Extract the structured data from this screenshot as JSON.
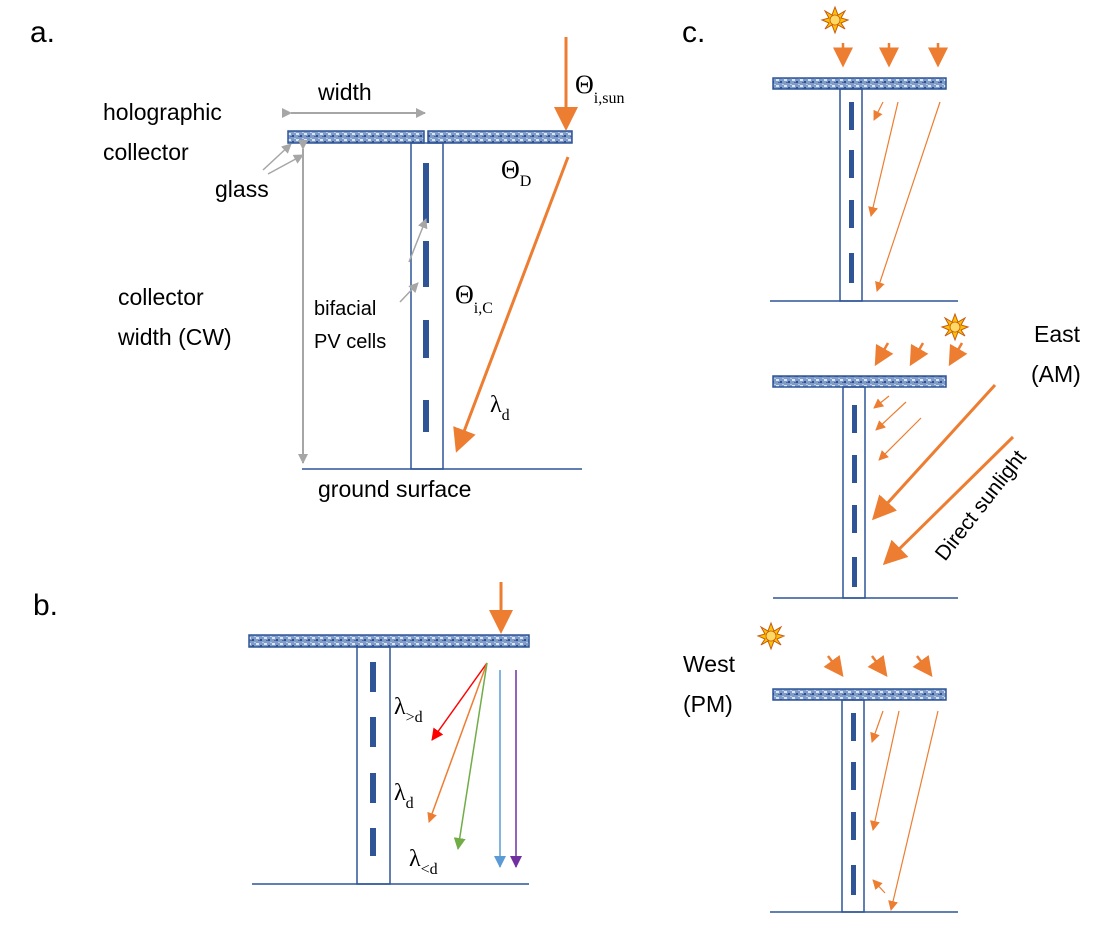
{
  "panels": {
    "a": {
      "panel_label": "a.",
      "width_label": "width",
      "collector_label_1": "holographic",
      "collector_label_2": "collector",
      "glass_label": "glass",
      "cw_label_1": "collector",
      "cw_label_2": "width (CW)",
      "cells_label_1": "bifacial",
      "cells_label_2": "PV cells",
      "theta_sun_main": "Θ",
      "theta_sun_sub": "i,sun",
      "theta_d_main": "Θ",
      "theta_d_sub": "D",
      "theta_c_main": "Θ",
      "theta_c_sub": "i,C",
      "lambda_main": "λ",
      "lambda_sub": "d",
      "ground_label": "ground surface"
    },
    "b": {
      "panel_label": "b.",
      "long_main": "λ",
      "long_sub": ">d",
      "design_main": "λ",
      "design_sub": "d",
      "short_main": "λ",
      "short_sub": "<d"
    },
    "c": {
      "panel_label": "c.",
      "east_label_1": "East",
      "east_label_2": "(AM)",
      "direct_label": "Direct sunlight",
      "west_label_1": "West",
      "west_label_2": "(PM)"
    }
  },
  "colors": {
    "sunlight": "#ed7d31",
    "structure": "#2f5597",
    "annotation": "#a6a6a6",
    "sun": "#ffc000",
    "ray_red": "#ff0000",
    "ray_green": "#70ad47",
    "ray_blue": "#5b9bd5",
    "ray_purple": "#7030a0"
  },
  "icons": [
    "sun-icon"
  ]
}
